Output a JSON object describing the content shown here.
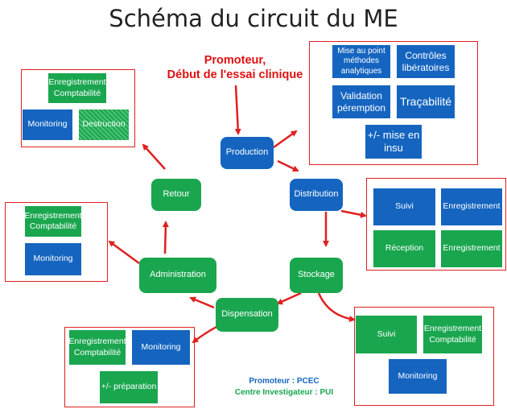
{
  "title": "Schéma du circuit du ME",
  "intro": {
    "line1": "Promoteur,",
    "line2": "Début de l'essai clinique"
  },
  "legend": {
    "promoteur": "Promoteur : PCEC",
    "centre": "Centre Investigateur : PUI"
  },
  "colors": {
    "blue": "#1565c0",
    "green": "#1aa64f",
    "red": "#e02020"
  },
  "cycle": {
    "production": "Production",
    "distribution": "Distribution",
    "stockage": "Stockage",
    "dispensation": "Dispensation",
    "administration": "Administration",
    "retour": "Retour"
  },
  "production_group": {
    "mise_au_point": "Mise au point méthodes analytiques",
    "controles": "Contrôles libératoires",
    "validation": "Validation péremption",
    "tracabilite": "Traçabilité",
    "mise_en_insu": "+/- mise en insu"
  },
  "distribution_group": {
    "suivi": "Suivi",
    "enregistrement1": "Enregistrement",
    "reception": "Réception",
    "enregistrement2": "Enregistrement"
  },
  "stockage_group": {
    "suivi": "Suivi",
    "enreg_compta": "Enregistrement Comptabilité",
    "monitoring": "Monitoring"
  },
  "dispensation_group": {
    "enreg_compta": "Enregistrement Comptabilité",
    "monitoring": "Monitoring",
    "preparation": "+/- préparation"
  },
  "administration_group": {
    "enreg_compta": "Enregistrement Comptabilité",
    "monitoring": "Monitoring"
  },
  "retour_group": {
    "enreg_compta": "Enregistrement Comptabilité",
    "monitoring": "Monitoring",
    "destruction": "Destruction"
  }
}
